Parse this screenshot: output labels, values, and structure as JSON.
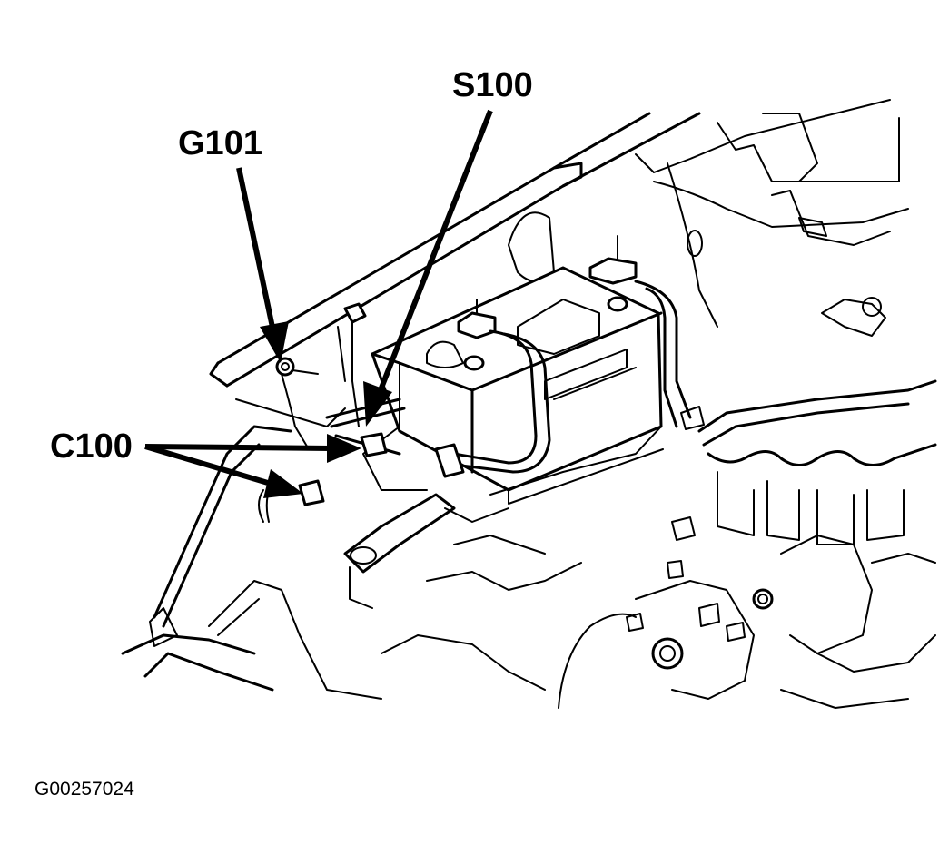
{
  "callouts": {
    "s100": "S100",
    "g101": "G101",
    "c100": "C100"
  },
  "figure_id": "G00257024"
}
